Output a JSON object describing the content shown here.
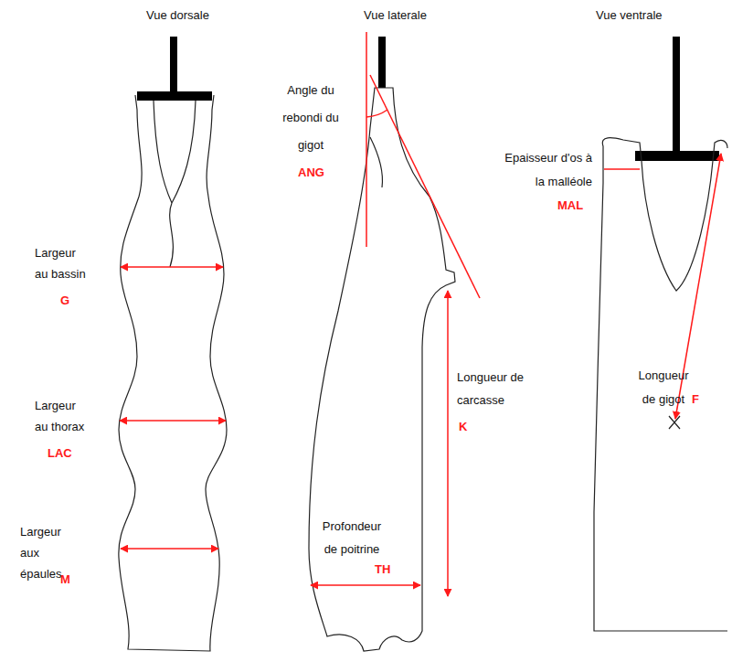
{
  "diagram": {
    "labels": [
      "Vue dorsale",
      "Vue laterale",
      "Vue ventrale",
      "Largeur au bassin",
      "G",
      "Largeur au thorax",
      "LAC",
      "Largeur aux épaules",
      "M",
      "Angle du rebondi du gigot",
      "ANG",
      "Longueur de carcasse",
      "K",
      "Profondeur de poitrine",
      "TH",
      "Epaisseur d'os à la malléole",
      "MAL",
      "Longueur de gigot",
      "F"
    ]
  }
}
